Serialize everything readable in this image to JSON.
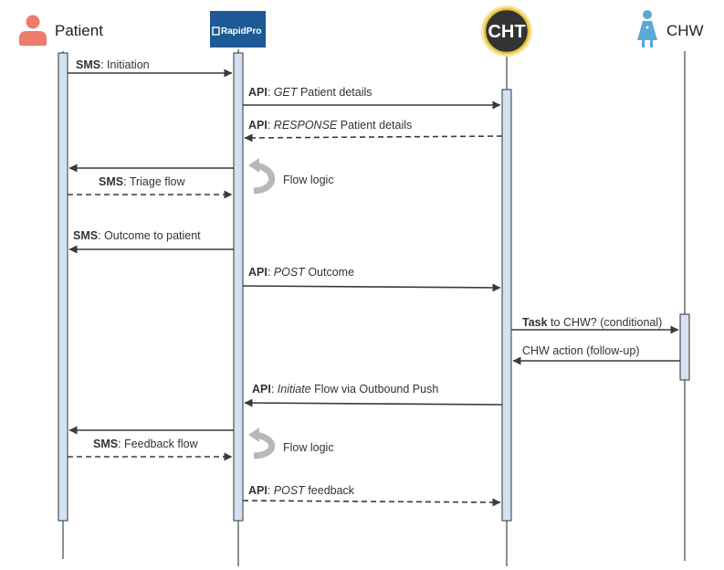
{
  "actors": {
    "patient": {
      "label": "Patient",
      "icon": "person-icon",
      "color": "#ef7b6c"
    },
    "rapidpro": {
      "logo_text": "RapidPro",
      "icon": "rapidpro-logo",
      "color": "#1d5a95"
    },
    "cht": {
      "logo_text": "CHT",
      "icon": "cht-logo",
      "color": "#e7c33a"
    },
    "chw": {
      "label": "CHW",
      "icon": "health-worker-icon",
      "color": "#5ba7d8"
    }
  },
  "messages": [
    {
      "id": "sms-initiation",
      "parts": [
        {
          "text": "SMS",
          "style": "b"
        },
        {
          "text": ": Initiation"
        }
      ]
    },
    {
      "id": "api-get-patient-details",
      "parts": [
        {
          "text": "API",
          "style": "b"
        },
        {
          "text": ": "
        },
        {
          "text": "GET",
          "style": "i"
        },
        {
          "text": " Patient details"
        }
      ]
    },
    {
      "id": "api-response-patient-details",
      "parts": [
        {
          "text": "API",
          "style": "b"
        },
        {
          "text": ": "
        },
        {
          "text": "RESPONSE",
          "style": "i"
        },
        {
          "text": " Patient details"
        }
      ]
    },
    {
      "id": "rapidpro-to-patient-1",
      "parts": []
    },
    {
      "id": "sms-triage-flow",
      "parts": [
        {
          "text": "SMS",
          "style": "b"
        },
        {
          "text": ": Triage flow"
        }
      ]
    },
    {
      "id": "sms-outcome-to-patient",
      "parts": [
        {
          "text": "SMS",
          "style": "b"
        },
        {
          "text": ": Outcome to patient"
        }
      ]
    },
    {
      "id": "api-post-outcome",
      "parts": [
        {
          "text": "API",
          "style": "b"
        },
        {
          "text": ": "
        },
        {
          "text": "POST",
          "style": "i"
        },
        {
          "text": " Outcome"
        }
      ]
    },
    {
      "id": "task-to-chw",
      "parts": [
        {
          "text": "Task",
          "style": "b"
        },
        {
          "text": " to CHW? (conditional)"
        }
      ]
    },
    {
      "id": "chw-action",
      "parts": [
        {
          "text": "CHW action (follow-up)"
        }
      ]
    },
    {
      "id": "api-initiate-flow",
      "parts": [
        {
          "text": "API",
          "style": "b"
        },
        {
          "text": ": "
        },
        {
          "text": "Initiate",
          "style": "i"
        },
        {
          "text": " Flow via Outbound Push"
        }
      ]
    },
    {
      "id": "rapidpro-to-patient-2",
      "parts": []
    },
    {
      "id": "sms-feedback-flow",
      "parts": [
        {
          "text": "SMS",
          "style": "b"
        },
        {
          "text": ": Feedback flow"
        }
      ]
    },
    {
      "id": "api-post-feedback",
      "parts": [
        {
          "text": "API",
          "style": "b"
        },
        {
          "text": ": "
        },
        {
          "text": "POST",
          "style": "i"
        },
        {
          "text": " feedback"
        }
      ]
    }
  ],
  "notes": {
    "flow_logic_1": "Flow logic",
    "flow_logic_2": "Flow logic"
  }
}
